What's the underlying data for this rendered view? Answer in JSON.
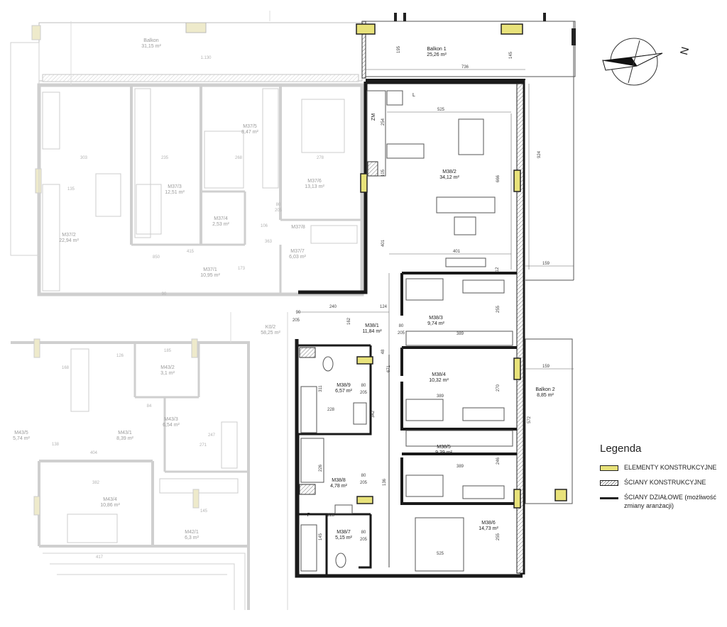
{
  "legend": {
    "title": "Legenda",
    "items": [
      {
        "label": "ELEMENTY KONSTRUKCYJNE"
      },
      {
        "label": "ŚCIANY KONSTRUKCYJNE"
      },
      {
        "label": "ŚCIANY DZIAŁOWE (możliwość",
        "label2": "zmiany aranżacji)"
      }
    ]
  },
  "compass": {
    "label": "N"
  },
  "colors": {
    "structural": "#e8e27a",
    "wall": "#222222",
    "faded": "#b8b8b8"
  },
  "apartment": {
    "rooms": {
      "m38_2": {
        "code": "M38/2",
        "area": "34,12 m²"
      },
      "m38_1": {
        "code": "M38/1",
        "area": "11,84 m²"
      },
      "m38_3": {
        "code": "M38/3",
        "area": "9,74 m²"
      },
      "m38_4": {
        "code": "M38/4",
        "area": "10,32 m²"
      },
      "m38_5": {
        "code": "M38/5",
        "area": "9,39 m²"
      },
      "m38_6": {
        "code": "M38/6",
        "area": "14,73 m²"
      },
      "m38_7": {
        "code": "M38/7",
        "area": "5,15 m²"
      },
      "m38_8": {
        "code": "M38/8",
        "area": "4,78 m²"
      },
      "m38_9": {
        "code": "M38/9",
        "area": "6,57 m²"
      },
      "balkon1": {
        "code": "Balkon 1",
        "area": "25,26 m²"
      },
      "balkon2": {
        "code": "Balkon 2",
        "area": "8,85 m²"
      }
    },
    "appliances": {
      "zm": "ZM",
      "l": "L",
      "p": "P"
    },
    "dims": {
      "d736": "736",
      "d195": "195",
      "d145": "145",
      "d525a": "525",
      "d254": "254",
      "d105": "105",
      "d666": "666",
      "d924": "924",
      "d401a": "401",
      "d401b": "401",
      "d159a": "159",
      "d12a": "12",
      "d240": "240",
      "d124": "124",
      "d162": "162",
      "d90": "90",
      "d205a": "205",
      "d255a": "255",
      "d389a": "389",
      "d48": "48",
      "d671": "671",
      "d80a": "80",
      "d205b": "205",
      "d311": "311",
      "d228a": "228",
      "d342": "342",
      "d80b": "80",
      "d205c": "205",
      "d159b": "159",
      "d572": "572",
      "d270": "270",
      "d389b": "389",
      "d246": "246",
      "d389c": "389",
      "d226": "226",
      "d136": "136",
      "d80c": "80",
      "d205d": "205",
      "d228b": "228",
      "d145b": "145",
      "d80d": "80",
      "d205e": "205",
      "d525b": "525",
      "d255b": "255"
    }
  },
  "neighbors": {
    "balkon_top": {
      "code": "Balkon",
      "area": "31,15 m²"
    },
    "m37_1": {
      "code": "M37/1",
      "area": "10,95 m²"
    },
    "m37_2": {
      "code": "M37/2",
      "area": "22,94 m²"
    },
    "m37_3": {
      "code": "M37/3",
      "area": "12,51 m²"
    },
    "m37_4": {
      "code": "M37/4",
      "area": "2,53 m²"
    },
    "m37_5": {
      "code": "M37/5",
      "area": "8,47 m²"
    },
    "m37_6": {
      "code": "M37/6",
      "area": "13,13 m²"
    },
    "m37_7": {
      "code": "M37/7",
      "area": "6,03 m²"
    },
    "m37_8": {
      "code": "M37/8",
      "area": ""
    },
    "k02": {
      "code": "K0/2",
      "area": "58,25 m²"
    },
    "m43_1": {
      "code": "M43/1",
      "area": "8,39 m²"
    },
    "m43_2": {
      "code": "M43/2",
      "area": "3,1 m²"
    },
    "m43_3": {
      "code": "M43/3",
      "area": "6,54 m²"
    },
    "m43_4": {
      "code": "M43/4",
      "area": "10,86 m²"
    },
    "m43_5": {
      "code": "M43/5",
      "area": "5,74 m²"
    },
    "m42_1": {
      "code": "M42/1",
      "area": "6,3 m²"
    },
    "dims": {
      "n1130": "1.130",
      "n303": "303",
      "n235": "235",
      "n268": "268",
      "n278": "278",
      "n135": "135",
      "n850": "850",
      "n415": "415",
      "n106": "106",
      "n80": "80",
      "n205": "205",
      "n173": "173",
      "n363": "363",
      "n90": "90",
      "n185": "185",
      "n126": "126",
      "n168": "168",
      "n84": "84",
      "n271": "271",
      "n404": "404",
      "n382": "382",
      "n417": "417",
      "n145": "145",
      "n247": "247",
      "n138": "138"
    }
  }
}
